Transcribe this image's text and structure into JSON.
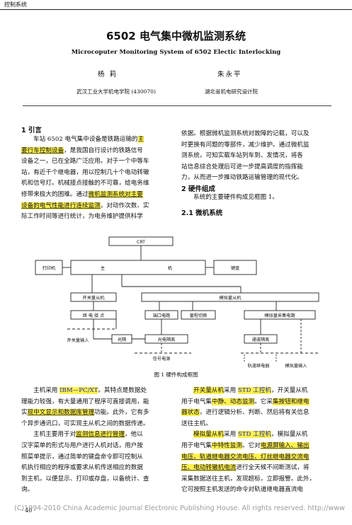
{
  "header": {
    "label": "控制系统"
  },
  "paper": {
    "title": "6502 电气集中微机监测系统",
    "subtitle": "Microcoputer Monitoring System of 6502 Electic Interlocking",
    "author1": "杨 莉",
    "author2": "朱永平",
    "affil1": "武汉工业大学机电学院 (430070)",
    "affil2": "湖北省机电研究设计院"
  },
  "sec1": {
    "heading": "1 引言",
    "lines": [
      "车站 6502 电气集中设备是铁路运输的",
      "要行车控制设备，是我国自行设计的铁路信号",
      "设备之一，已在全路广泛应用。对于一个中等车",
      "站，有近千个继电器，用以控制几十个电动转辙",
      "机和信号灯。机械接点接触的不可靠，给电务维",
      "修带来极大的困难。通过微机监测系统对主要",
      "设备的电气性能进行连续监测，对动作次数、实",
      "际工作时间等进行统计，为电务维护提供科学"
    ]
  },
  "col2top": {
    "lines": [
      "依据。根据微机监测系统对故障的记载，可以及",
      "时更换有问题的零部件，减少维护。通过微机监",
      "测系统，可知实载车站列车到、发情况，将各",
      "站信息综合处理后可进一步提高调度的指挥能",
      "力，从而进一步推动铁路运输管理的现代化。"
    ]
  },
  "sec2": {
    "heading": "2 硬件组成",
    "intro": "系统的主要硬件构成见框图 1。",
    "sub_heading": "2.1 微机系统"
  },
  "diagram": {
    "crt": "CRT",
    "printer": "打印机",
    "host_left": "主",
    "host_right": "机",
    "keyboard": "键盘",
    "switch_slave": "开关量从机",
    "analog_slave": "模拟量从机",
    "relay_code": "继 电 接 点",
    "switch_input": "开关量输入",
    "optical": "光隔",
    "port_circuit": "端口电路",
    "signal_convert": "量程切换",
    "analog_convert": "模拟量采集电路",
    "optical_isolation": "光电隔离",
    "signal_power": "信号电源",
    "channel_isolation": "通道隔离",
    "track_circuit": "轨道继电器",
    "analog_input": "模拟量输入"
  },
  "figure_caption": "图 1 硬件构成框图",
  "col1bottom": {
    "lines": [
      "主机采用 IBM—PC/XT。其特点是数据处",
      "理能力较强，有大量通用了程序可直接调用，能",
      "实现中文显示和数据库管理功能。此外，它有多",
      "个异步通讯口，可实现主从机之间的数据传递。",
      "主机主要用于对监测信息进行管理，他以",
      "汉字菜单的形式与用户进行人机对话，用户按",
      "照菜单提示，通过简单的键盘命令即可控制从",
      "机执行相应的程序或要求从机传送相应的数据",
      "到主机，以便显示、打印或存盘，以备统计、查",
      "询。"
    ]
  },
  "col2bottom": {
    "lines": [
      "开关量从机采用 STD 工控机，开关量从机",
      "用于电气集中静、动态监测。它采集按钮和继电",
      "器状态，进行逻辑分析、判断、然后将有关信息",
      "送往主机。",
      "模拟量从机采用 STD 工控机，模拟量从机",
      "用于电气集中特性监测。它对电源屏输入、输出",
      "电压、轨道继电器交流电压、灯丝继电器交流电",
      "压、电动转辙机电流进行全天候不间断测试，将",
      "采集数据送往主机，发现超标，立即报警。此外，",
      "它可按照主机发送的命令对轨道继电器直流电"
    ]
  },
  "page_number": "· 40 ·",
  "footer_text": "(C)1994-2010 China Academic Journal Electronic Publishing House. All rights reserved.    http://www"
}
